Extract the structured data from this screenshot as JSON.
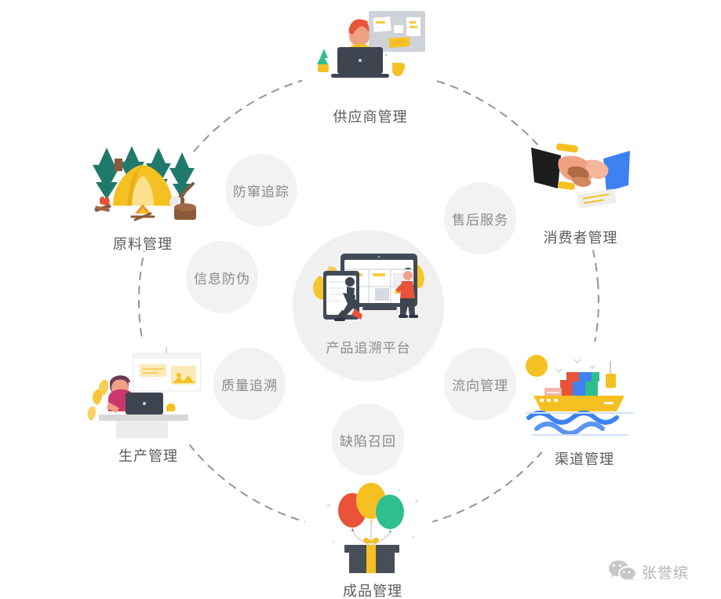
{
  "diagram": {
    "title": "产品追溯平台",
    "hub": {
      "label": "产品追溯平台",
      "art": "devices-dashboard-illustration"
    },
    "features": [
      {
        "label": "防窜追踪",
        "name": "feature-anti-diversion-tracking"
      },
      {
        "label": "信息防伪",
        "name": "feature-anti-counterfeit-info"
      },
      {
        "label": "质量追溯",
        "name": "feature-quality-traceability"
      },
      {
        "label": "缺陷召回",
        "name": "feature-defect-recall"
      },
      {
        "label": "流向管理",
        "name": "feature-flow-management"
      },
      {
        "label": "售后服务",
        "name": "feature-after-sales-service"
      }
    ],
    "nodes": [
      {
        "label": "供应商管理",
        "name": "node-supplier-management",
        "art": "person-laptop-whiteboard"
      },
      {
        "label": "消费者管理",
        "name": "node-consumer-management",
        "art": "handshake"
      },
      {
        "label": "渠道管理",
        "name": "node-channel-management",
        "art": "cargo-ship"
      },
      {
        "label": "成品管理",
        "name": "node-finished-goods-management",
        "art": "gift-balloons"
      },
      {
        "label": "生产管理",
        "name": "node-production-management",
        "art": "woman-desk-laptop"
      },
      {
        "label": "原料管理",
        "name": "node-raw-material-management",
        "art": "tent-forest-campfire"
      }
    ]
  },
  "watermark": {
    "text": "张誉缤",
    "icon": "wechat-icon"
  },
  "colors": {
    "hub_bg": "#f0f0f0",
    "feature_bg": "#f2f2f2",
    "feature_text": "#8a8a8a",
    "node_text": "#5a5a5a",
    "ring_stroke": "#8d8d8d",
    "accent_yellow": "#f5c022",
    "accent_red": "#e8533a",
    "accent_green": "#2fbf8f",
    "accent_blue": "#3d82f0",
    "dark": "#3f4550"
  }
}
